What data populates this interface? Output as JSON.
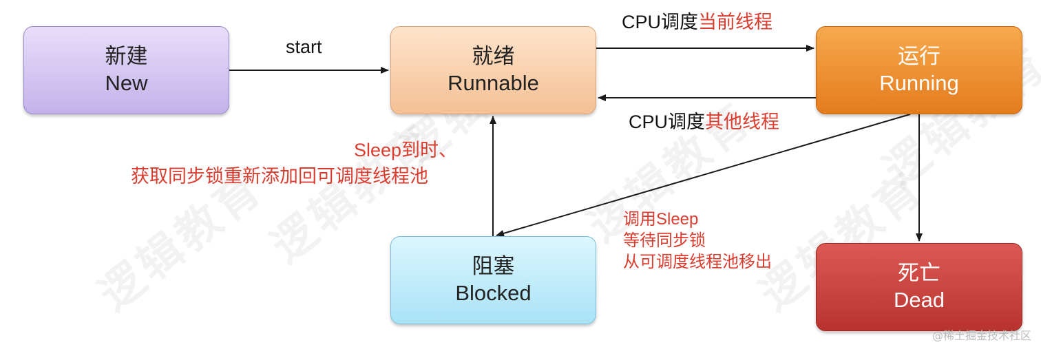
{
  "watermark": "逻辑教育",
  "nodes": {
    "new": {
      "zh": "新建",
      "en": "New"
    },
    "runnable": {
      "zh": "就绪",
      "en": "Runnable"
    },
    "running": {
      "zh": "运行",
      "en": "Running"
    },
    "blocked": {
      "zh": "阻塞",
      "en": "Blocked"
    },
    "dead": {
      "zh": "死亡",
      "en": "Dead"
    }
  },
  "edges": {
    "start": "start",
    "schedule_current": {
      "prefix": "CPU调度",
      "highlight": "当前线程"
    },
    "schedule_other": {
      "prefix": "CPU调度",
      "highlight": "其他线程"
    },
    "sleep_return": {
      "line1": "Sleep到时、",
      "line2": "获取同步锁重新添加回可调度线程池"
    },
    "to_blocked": {
      "line1": "调用Sleep",
      "line2": "等待同步锁",
      "line3": "从可调度线程池移出"
    }
  },
  "footer": "@稀土掘金技术社区",
  "colors": {
    "accent_text": "#d93d2f",
    "new": "#c3b2ea",
    "runnable": "#f5c094",
    "running": "#e47c1d",
    "blocked": "#a9e2f6",
    "dead": "#b8332f"
  }
}
